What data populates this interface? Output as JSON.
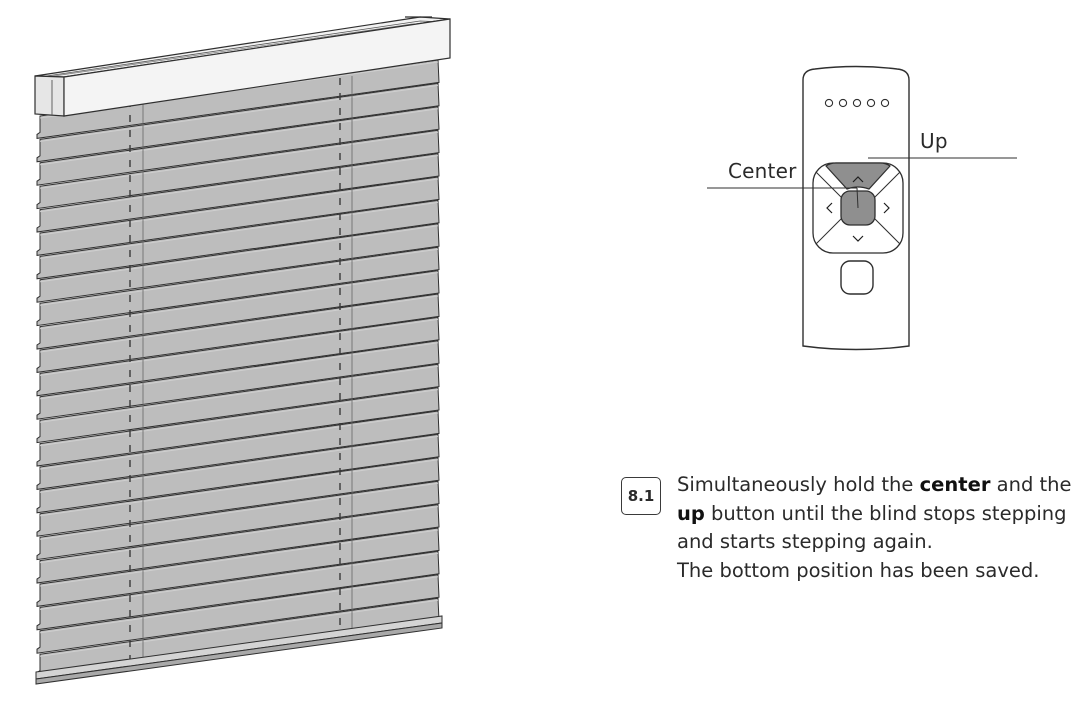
{
  "remote": {
    "label_up": "Up",
    "label_center": "Center",
    "indicator_count": 5
  },
  "instruction": {
    "step_number": "8.1",
    "text_part1": "Simultaneously hold the ",
    "text_bold_center": "center",
    "text_part2": " and the ",
    "text_bold_up": "up",
    "text_part3": " button until the blind stops stepping and starts stepping again.",
    "result_text": "The bottom position has been saved."
  },
  "blind": {
    "slat_count": 24,
    "colors": {
      "slat": "#bdbdbd",
      "headrail": "#e6e6e6",
      "bottom_rail": "#c8c8c8",
      "outline": "#2f2f2f"
    }
  }
}
